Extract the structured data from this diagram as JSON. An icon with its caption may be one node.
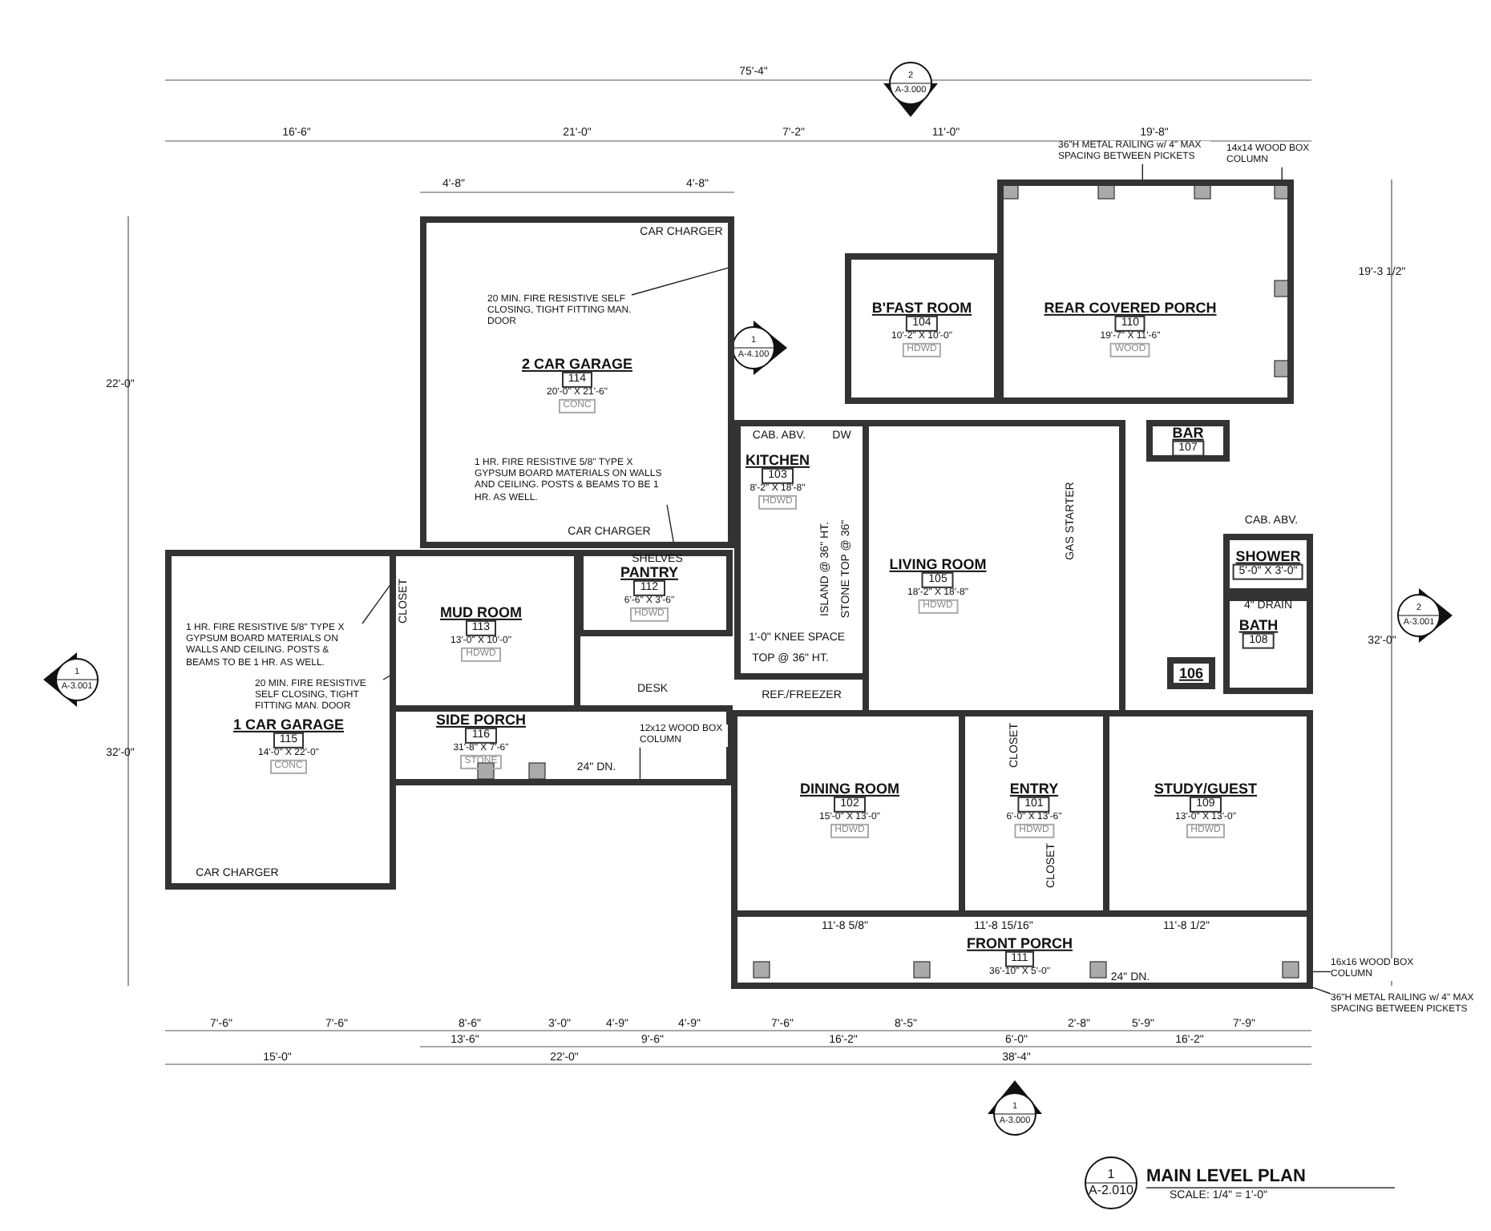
{
  "diagram": {
    "title": "MAIN LEVEL PLAN",
    "nodes": [
      {
        "text": [
          "2 CAR GARAGE",
          "114",
          "20'-0\" X 21'-6\"",
          "CONC"
        ]
      },
      {
        "text": [
          "B'FAST ROOM",
          "104",
          "10'-2\" X 10'-0\"",
          "HDWD"
        ]
      },
      {
        "text": [
          "REAR COVERED PORCH",
          "110",
          "19'-7\" X 11'-6\"",
          "WOOD"
        ]
      },
      {
        "text": [
          "KITCHEN",
          "103",
          "8'-2\" X 18'-8\"",
          "HDWD"
        ]
      },
      {
        "text": [
          "BAR",
          "107"
        ]
      },
      {
        "text": [
          "SHOWER",
          "5'-0\" X 3'-0\""
        ]
      },
      {
        "text": [
          "PANTRY",
          "112",
          "6'-6\" X 3'-6\"",
          "HDWD"
        ]
      },
      {
        "text": [
          "MUD ROOM",
          "113",
          "13'-0\" X 10'-0\"",
          "HDWD"
        ]
      },
      {
        "text": [
          "LIVING ROOM",
          "105",
          "18'-2\" X 18'-8\"",
          "HDWD"
        ]
      },
      {
        "text": [
          "BATH",
          "108"
        ]
      },
      {
        "text": [
          "1 CAR GARAGE",
          "115",
          "14'-0\" X 22'-0\"",
          "CONC"
        ]
      },
      {
        "text": [
          "SIDE PORCH",
          "116",
          "31'-8\" X 7'-6\"",
          "STONE"
        ]
      },
      {
        "text": [
          "DINING ROOM",
          "102",
          "15'-0\" X 13'-0\"",
          "HDWD"
        ]
      },
      {
        "text": [
          "ENTRY",
          "101",
          "6'-0\" X 13'-6\"",
          "HDWD"
        ]
      },
      {
        "text": [
          "STUDY/GUEST",
          "109",
          "13'-0\" X 13'-0\"",
          "HDWD"
        ]
      },
      {
        "text": [
          "FRONT PORCH",
          "111",
          "36'-10\" X 5'-0\""
        ]
      },
      {
        "text": [
          "106"
        ]
      },
      {
        "text": [
          "20 MIN. FIRE RESISTIVE SELF CLOSING, TIGHT FITTING MAN. DOOR"
        ],
        "in": 0
      },
      {
        "text": [
          "1 HR. FIRE RESISTIVE 5/8\" TYPE X GYPSUM BOARD MATERIALS ON WALLS AND CEILING. POSTS & BEAMS TO BE 1 HR. AS WELL."
        ],
        "in": 0
      },
      {
        "text": [
          "1 HR. FIRE RESISTIVE 5/8\" TYPE X GYPSUM BOARD MATERIALS ON WALLS AND CEILING. POSTS & BEAMS TO BE 1 HR. AS WELL."
        ],
        "in": 10
      },
      {
        "text": [
          "20 MIN. FIRE RESISTIVE SELF CLOSING, TIGHT FITTING MAN. DOOR"
        ],
        "in": 10
      },
      {
        "text": [
          "36\"H METAL RAILING w/ 4\" MAX SPACING BETWEEN PICKETS"
        ]
      },
      {
        "text": [
          "14x14 WOOD BOX COLUMN"
        ]
      },
      {
        "text": [
          "12x12 WOOD BOX COLUMN"
        ],
        "in": 11
      },
      {
        "text": [
          "16x16 WOOD BOX COLUMN"
        ]
      },
      {
        "text": [
          "36\"H METAL RAILING w/ 4\" MAX SPACING BETWEEN PICKETS"
        ]
      }
    ],
    "edges": [
      {
        "from": 17,
        "to": 0,
        "arrow": "none"
      },
      {
        "from": 18,
        "to": 0,
        "arrow": "none"
      },
      {
        "from": 19,
        "to": 10,
        "arrow": "none"
      },
      {
        "from": 20,
        "to": 10,
        "arrow": "none"
      },
      {
        "from": 21,
        "to": 2,
        "arrow": "none"
      },
      {
        "from": 22,
        "to": 2,
        "arrow": "none"
      },
      {
        "from": 23,
        "to": 11,
        "arrow": "none"
      },
      {
        "from": 24,
        "to": 15,
        "arrow": "none"
      },
      {
        "from": 25,
        "to": 15,
        "arrow": "none"
      }
    ],
    "labels": [
      "2",
      "A-3.000",
      "75'-4\"",
      "16'-6\"",
      "21'-0\"",
      "7'-2\"",
      "11'-0\"",
      "19'-8\"",
      "4'-8\"",
      "4'-8\"",
      "CAR CHARGER",
      "1",
      "A-4.100",
      "22'-0\"",
      "19'-3 1/2\"",
      "CAB. ABV.",
      "DW",
      "CAR CHARGER",
      "SHELVES",
      "CLOSET",
      "ISLAND @ 36\" HT.",
      "STONE TOP @ 36\"",
      "1'-0\" KNEE SPACE",
      "GAS STARTER",
      "CAB. ABV.",
      "4\" DRAIN",
      "1",
      "A-3.001",
      "2",
      "A-3.001",
      "32'-0\"",
      "32'-0\"",
      "DESK",
      "TOP @ 36\" HT.",
      "REF./FREEZER",
      "24\" DN.",
      "CLOSET",
      "CLOSET",
      "CAR CHARGER",
      "11'-8 5/8\"",
      "11'-8 15/16\"",
      "11'-8 1/2\"",
      "24\" DN.",
      "7'-6\"",
      "7'-6\"",
      "8'-6\"",
      "3'-0\"",
      "4'-9\"",
      "4'-9\"",
      "7'-6\"",
      "8'-5\"",
      "2'-8\"",
      "5'-9\"",
      "7'-9\"",
      "13'-6\"",
      "9'-6\"",
      "16'-2\"",
      "6'-0\"",
      "16'-2\"",
      "15'-0\"",
      "22'-0\"",
      "38'-4\"",
      "1",
      "A-3.000",
      "1",
      "A-2.010",
      "SCALE: 1/4\" = 1'-0\""
    ]
  }
}
